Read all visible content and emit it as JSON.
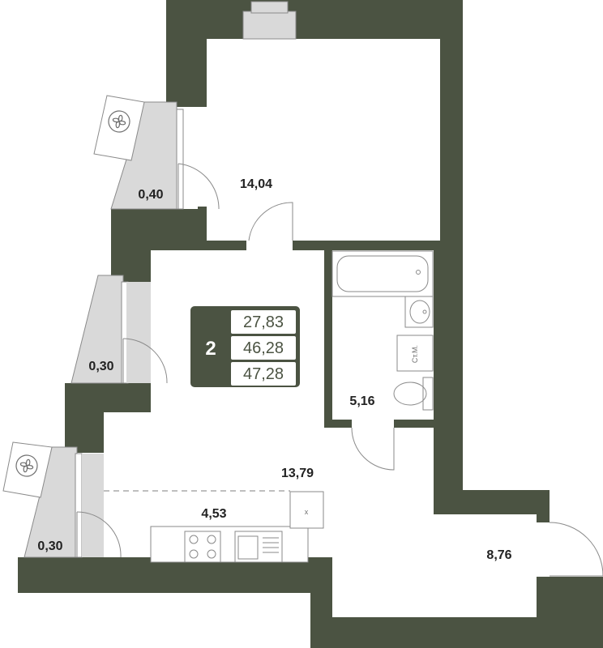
{
  "colors": {
    "wall": "#4b5342",
    "balcony_fill": "#d9d9d9",
    "fixture_stroke": "#7a7a7a",
    "background": "#ffffff"
  },
  "apartment": {
    "rooms_count": "2",
    "areas": {
      "living": "27,83",
      "total": "46,28",
      "total_with_balconies": "47,28"
    }
  },
  "rooms": {
    "bedroom": "14,04",
    "living_room": "13,79",
    "kitchen": "4,53",
    "bathroom": "5,16",
    "hall": "8,76",
    "balcony_top": "0,40",
    "balcony_middle": "0,30",
    "balcony_bottom": "0,30"
  },
  "fixtures": {
    "washer_label": "Ст.М.",
    "ac_icon": "fan-icon",
    "stove_icon": "stove-icon",
    "sink_icon": "sink-icon",
    "toilet_icon": "toilet-icon",
    "bathtub_icon": "bathtub-icon",
    "vent_mark": "x"
  }
}
